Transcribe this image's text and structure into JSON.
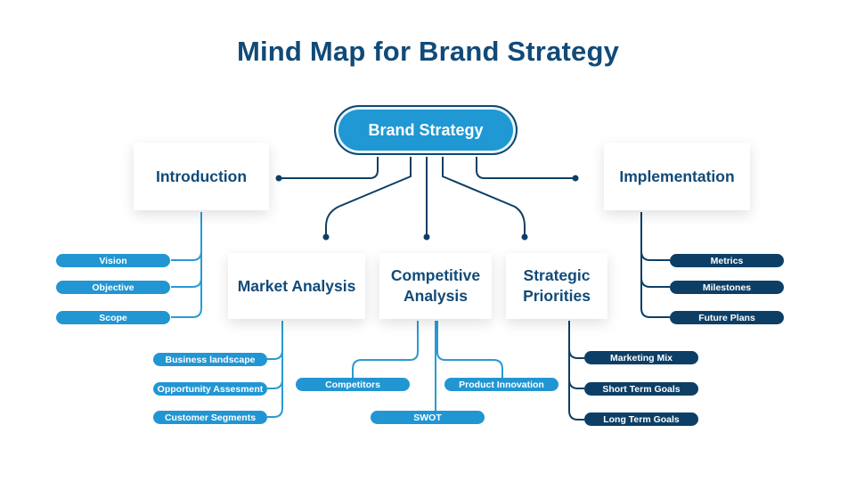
{
  "title": "Mind Map for Brand Strategy",
  "colors": {
    "title": "#114a78",
    "center": "#1f98d3",
    "light_pill": "#2196d2",
    "dark_pill": "#0d3f66",
    "line_light": "#2a9ad4",
    "line_dark": "#0d3f66"
  },
  "center": {
    "label": "Brand Strategy"
  },
  "branches": {
    "introduction": {
      "label": "Introduction",
      "items": [
        "Vision",
        "Objective",
        "Scope"
      ]
    },
    "implementation": {
      "label": "Implementation",
      "items": [
        "Metrics",
        "Milestones",
        "Future Plans"
      ]
    },
    "market_analysis": {
      "label": "Market Analysis",
      "items": [
        "Business landscape",
        "Opportunity Assesment",
        "Customer Segments"
      ]
    },
    "competitive_analysis": {
      "label": "Competitive Analysis",
      "items": [
        "Competitors",
        "SWOT",
        "Product Innovation"
      ]
    },
    "strategic_priorities": {
      "label": "Strategic Priorities",
      "items": [
        "Marketing Mix",
        "Short Term Goals",
        "Long Term Goals"
      ]
    }
  }
}
